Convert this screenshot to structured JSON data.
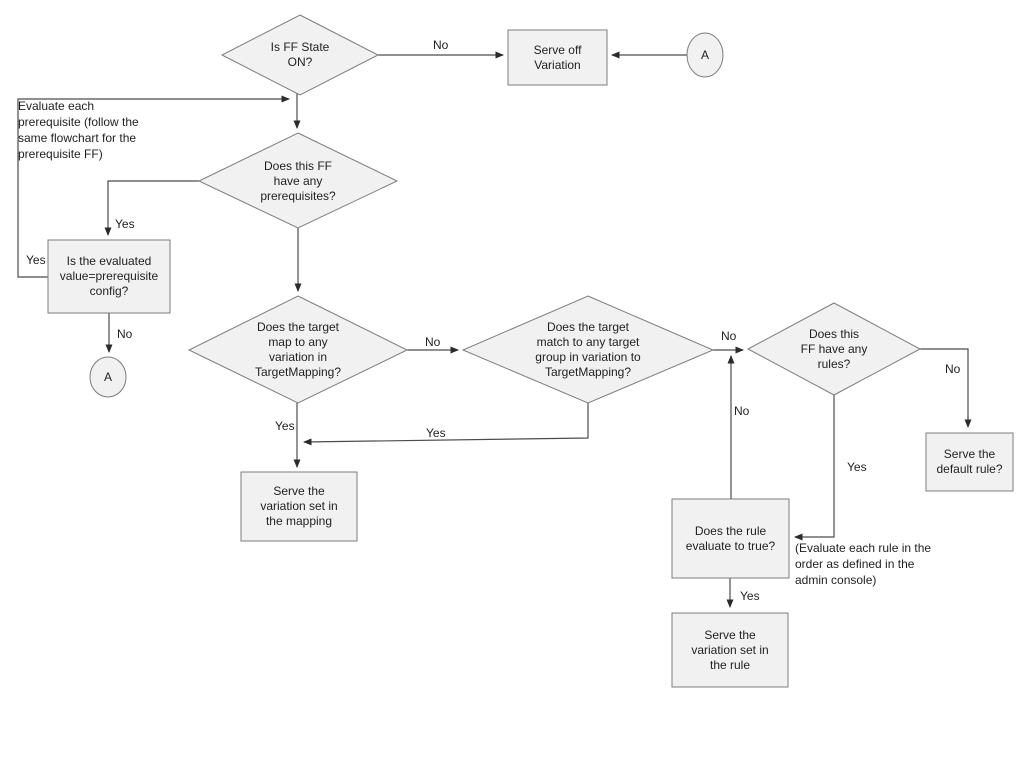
{
  "diagram": {
    "kind": "flowchart",
    "subject": "Feature flag (FF) evaluation flow"
  },
  "colors": {
    "background": "#ffffff",
    "shape_fill": "#f1f1f1",
    "shape_border": "#7d7d7d",
    "connector_line": "#4c4c4c",
    "text": "#1f1f1f"
  },
  "nodes": {
    "is_ff_state_on": {
      "type": "decision",
      "label": "Is FF State\nON?"
    },
    "serve_off_variation": {
      "type": "process",
      "label": "Serve off\nVariation"
    },
    "connector_a_top": {
      "type": "connector",
      "label": "A"
    },
    "has_prerequisites": {
      "type": "decision",
      "label": "Does this FF\nhave any\nprerequisites?"
    },
    "evaluated_value_check": {
      "type": "process",
      "label": "Is the evaluated\nvalue=prerequisite\nconfig?"
    },
    "connector_a_left": {
      "type": "connector",
      "label": "A"
    },
    "target_mapping_check": {
      "type": "decision",
      "label": "Does the target\nmap to any\nvariation in\nTargetMapping?"
    },
    "target_group_check": {
      "type": "decision",
      "label": "Does the target\nmatch to any target\ngroup in variation to\nTargetMapping?"
    },
    "rules_check": {
      "type": "decision",
      "label": "Does this\nFF have any\nrules?"
    },
    "serve_default_rule": {
      "type": "process",
      "label": "Serve the\ndefault rule?"
    },
    "rule_evaluate_check": {
      "type": "process",
      "label": "Does the rule\nevaluate to true?"
    },
    "serve_variation_rule": {
      "type": "process",
      "label": "Serve the\nvariation set in\nthe rule"
    },
    "serve_variation_mapping": {
      "type": "process",
      "label": "Serve the\nvariation set in\nthe mapping"
    }
  },
  "edge_labels": {
    "state_off_no": "No",
    "prereq_yes": "Yes",
    "prereq_loop_yes": "Yes",
    "evaluated_no": "No",
    "mapping_no": "No",
    "mapping_yes": "Yes",
    "group_yes": "Yes",
    "group_no": "No",
    "rule_loop_no": "No",
    "rules_no": "No",
    "rules_yes": "Yes",
    "rule_true_yes": "Yes"
  },
  "annotations": {
    "prerequisite_note": "Evaluate each\nprerequisite (follow the\nsame flowchart for the\nprerequisite FF)",
    "rule_order_note": "(Evaluate each rule in the\norder as defined in the\nadmin console)"
  }
}
